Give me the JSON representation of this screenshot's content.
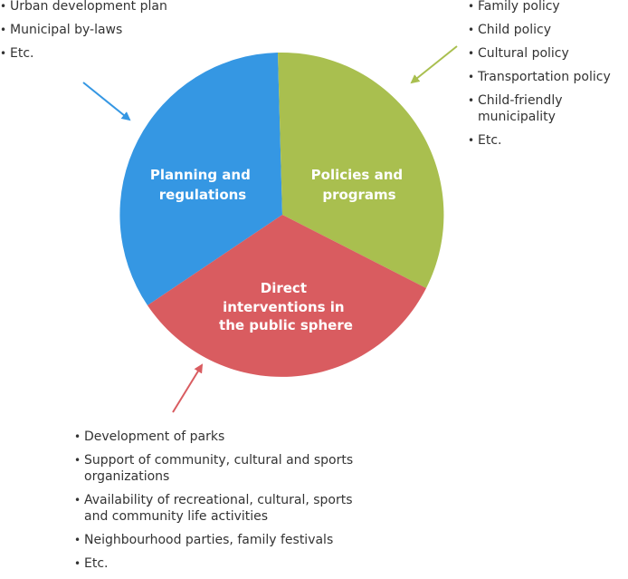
{
  "colors": {
    "planning": "#3597e3",
    "policies": "#a9bf4f",
    "direct": "#d95c60",
    "text": "#333333"
  },
  "segments": {
    "planning": {
      "line1": "Planning and",
      "line2": "regulations"
    },
    "policies": {
      "line1": "Policies and",
      "line2": "programs"
    },
    "direct": {
      "line1": "Direct",
      "line2": "interventions in",
      "line3": "the public sphere"
    }
  },
  "lists": {
    "planning": [
      "Urban development plan",
      "Municipal by-laws",
      "Etc."
    ],
    "policies": [
      "Family policy",
      "Child policy",
      "Cultural policy",
      "Transportation policy",
      "Child-friendly municipality",
      "Etc."
    ],
    "direct": [
      "Development of parks",
      "Support of community, cultural and sports organizations",
      "Availability of recreational, cultural, sports and community life activities",
      "Neighbourhood parties, family festivals",
      "Etc."
    ]
  }
}
